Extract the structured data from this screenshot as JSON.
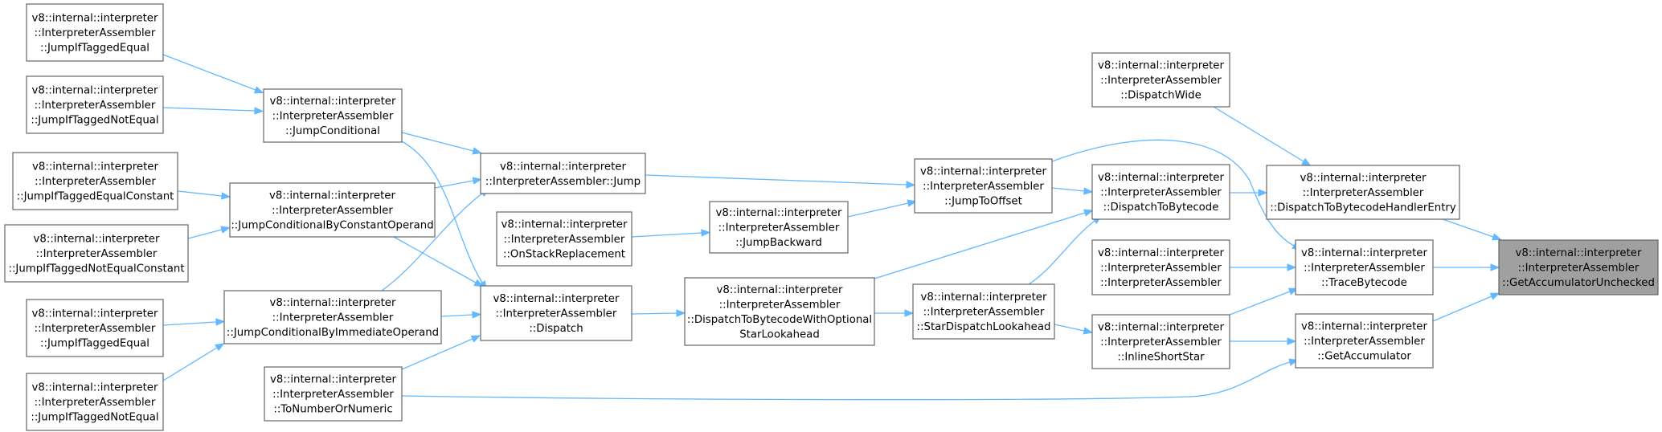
{
  "graph": {
    "nodes": [
      {
        "id": "n_jite_a",
        "lines": [
          "v8::internal::interpreter",
          "::InterpreterAssembler",
          "::JumpIfTaggedEqual"
        ]
      },
      {
        "id": "n_jitne_a",
        "lines": [
          "v8::internal::interpreter",
          "::InterpreterAssembler",
          "::JumpIfTaggedNotEqual"
        ]
      },
      {
        "id": "n_jitec",
        "lines": [
          "v8::internal::interpreter",
          "::InterpreterAssembler",
          "::JumpIfTaggedEqualConstant"
        ]
      },
      {
        "id": "n_jitnec",
        "lines": [
          "v8::internal::interpreter",
          "::InterpreterAssembler",
          "::JumpIfTaggedNotEqualConstant"
        ]
      },
      {
        "id": "n_jite_b",
        "lines": [
          "v8::internal::interpreter",
          "::InterpreterAssembler",
          "::JumpIfTaggedEqual"
        ]
      },
      {
        "id": "n_jitne_b",
        "lines": [
          "v8::internal::interpreter",
          "::InterpreterAssembler",
          "::JumpIfTaggedNotEqual"
        ]
      },
      {
        "id": "n_jc",
        "lines": [
          "v8::internal::interpreter",
          "::InterpreterAssembler",
          "::JumpConditional"
        ]
      },
      {
        "id": "n_jcbco",
        "lines": [
          "v8::internal::interpreter",
          "::InterpreterAssembler",
          "::JumpConditionalByConstantOperand"
        ]
      },
      {
        "id": "n_jcbio",
        "lines": [
          "v8::internal::interpreter",
          "::InterpreterAssembler",
          "::JumpConditionalByImmediateOperand"
        ]
      },
      {
        "id": "n_tnon",
        "lines": [
          "v8::internal::interpreter",
          "::InterpreterAssembler",
          "::ToNumberOrNumeric"
        ]
      },
      {
        "id": "n_jump",
        "lines": [
          "v8::internal::interpreter",
          "::InterpreterAssembler::Jump"
        ]
      },
      {
        "id": "n_osr",
        "lines": [
          "v8::internal::interpreter",
          "::InterpreterAssembler",
          "::OnStackReplacement"
        ]
      },
      {
        "id": "n_dispatch",
        "lines": [
          "v8::internal::interpreter",
          "::InterpreterAssembler",
          "::Dispatch"
        ]
      },
      {
        "id": "n_jb",
        "lines": [
          "v8::internal::interpreter",
          "::InterpreterAssembler",
          "::JumpBackward"
        ]
      },
      {
        "id": "n_dtbwosl",
        "lines": [
          "v8::internal::interpreter",
          "::InterpreterAssembler",
          "::DispatchToBytecodeWithOptional",
          "StarLookahead"
        ]
      },
      {
        "id": "n_jto",
        "lines": [
          "v8::internal::interpreter",
          "::InterpreterAssembler",
          "::JumpToOffset"
        ]
      },
      {
        "id": "n_sdl",
        "lines": [
          "v8::internal::interpreter",
          "::InterpreterAssembler",
          "::StarDispatchLookahead"
        ]
      },
      {
        "id": "n_dw",
        "lines": [
          "v8::internal::interpreter",
          "::InterpreterAssembler",
          "::DispatchWide"
        ]
      },
      {
        "id": "n_dtb",
        "lines": [
          "v8::internal::interpreter",
          "::InterpreterAssembler",
          "::DispatchToBytecode"
        ]
      },
      {
        "id": "n_ia",
        "lines": [
          "v8::internal::interpreter",
          "::InterpreterAssembler",
          "::InterpreterAssembler"
        ]
      },
      {
        "id": "n_iss",
        "lines": [
          "v8::internal::interpreter",
          "::InterpreterAssembler",
          "::InlineShortStar"
        ]
      },
      {
        "id": "n_dtbhe",
        "lines": [
          "v8::internal::interpreter",
          "::InterpreterAssembler",
          "::DispatchToBytecodeHandlerEntry"
        ]
      },
      {
        "id": "n_tb",
        "lines": [
          "v8::internal::interpreter",
          "::InterpreterAssembler",
          "::TraceBytecode"
        ]
      },
      {
        "id": "n_ga",
        "lines": [
          "v8::internal::interpreter",
          "::InterpreterAssembler",
          "::GetAccumulator"
        ]
      },
      {
        "id": "n_gau",
        "lines": [
          "v8::internal::interpreter",
          "::InterpreterAssembler",
          "::GetAccumulatorUnchecked"
        ],
        "highlighted": true
      }
    ],
    "edges": [
      {
        "from": "n_jite_a",
        "to": "n_jc"
      },
      {
        "from": "n_jitne_a",
        "to": "n_jc"
      },
      {
        "from": "n_jitec",
        "to": "n_jcbco"
      },
      {
        "from": "n_jitnec",
        "to": "n_jcbco"
      },
      {
        "from": "n_jite_b",
        "to": "n_jcbio"
      },
      {
        "from": "n_jitne_b",
        "to": "n_jcbio"
      },
      {
        "from": "n_jc",
        "to": "n_jump"
      },
      {
        "from": "n_jc",
        "to": "n_dispatch"
      },
      {
        "from": "n_jcbco",
        "to": "n_jump"
      },
      {
        "from": "n_jcbco",
        "to": "n_dispatch"
      },
      {
        "from": "n_jcbio",
        "to": "n_jump"
      },
      {
        "from": "n_jcbio",
        "to": "n_dispatch"
      },
      {
        "from": "n_tnon",
        "to": "n_dispatch"
      },
      {
        "from": "n_tnon",
        "to": "n_ga"
      },
      {
        "from": "n_jump",
        "to": "n_jto"
      },
      {
        "from": "n_osr",
        "to": "n_jb"
      },
      {
        "from": "n_jb",
        "to": "n_jto"
      },
      {
        "from": "n_dispatch",
        "to": "n_dtbwosl"
      },
      {
        "from": "n_dtbwosl",
        "to": "n_dtb"
      },
      {
        "from": "n_dtbwosl",
        "to": "n_sdl"
      },
      {
        "from": "n_jto",
        "to": "n_dtb"
      },
      {
        "from": "n_jto",
        "to": "n_tb"
      },
      {
        "from": "n_sdl",
        "to": "n_dtb"
      },
      {
        "from": "n_sdl",
        "to": "n_iss"
      },
      {
        "from": "n_dw",
        "to": "n_dtbhe"
      },
      {
        "from": "n_dtb",
        "to": "n_dtbhe"
      },
      {
        "from": "n_ia",
        "to": "n_tb"
      },
      {
        "from": "n_iss",
        "to": "n_tb"
      },
      {
        "from": "n_iss",
        "to": "n_ga"
      },
      {
        "from": "n_dtbhe",
        "to": "n_gau"
      },
      {
        "from": "n_tb",
        "to": "n_gau"
      },
      {
        "from": "n_ga",
        "to": "n_gau"
      }
    ]
  }
}
